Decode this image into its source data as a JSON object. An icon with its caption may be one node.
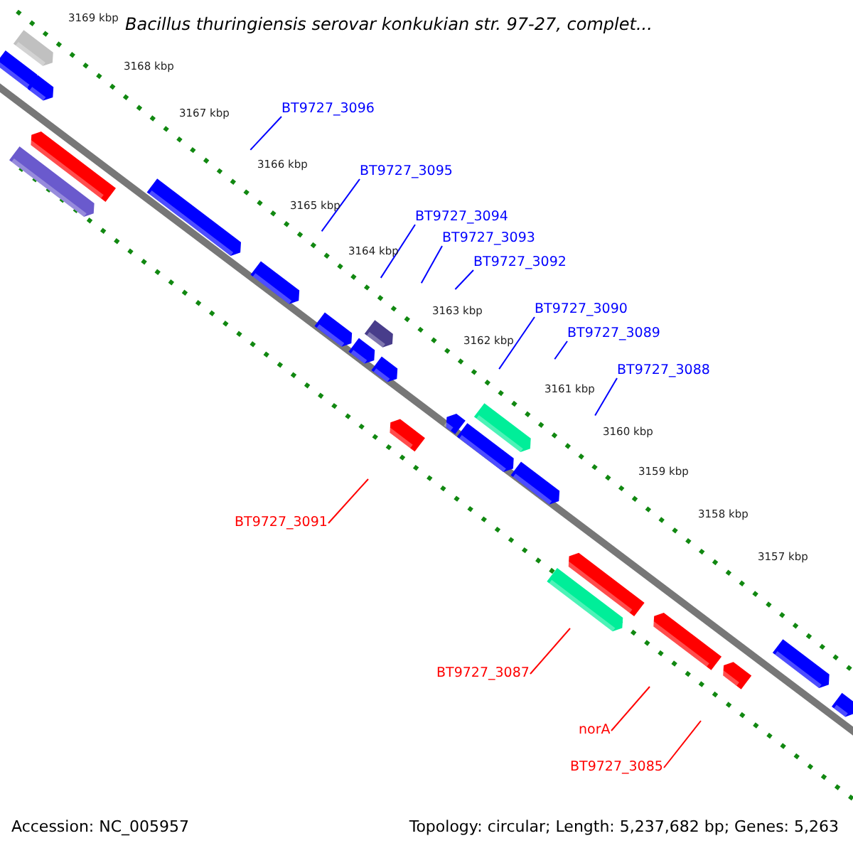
{
  "diagram": {
    "title": "Bacillus thuringiensis serovar konkukian str. 97-27, complet...",
    "nodes": [
      {
        "text": [
          "BT9727_3096"
        ]
      },
      {
        "text": [
          "BT9727_3095"
        ]
      },
      {
        "text": [
          "BT9727_3094"
        ]
      },
      {
        "text": [
          "BT9727_3093"
        ]
      },
      {
        "text": [
          "BT9727_3092"
        ]
      },
      {
        "text": [
          "BT9727_3090"
        ]
      },
      {
        "text": [
          "BT9727_3089"
        ]
      },
      {
        "text": [
          "BT9727_3088"
        ]
      },
      {
        "text": [
          "BT9727_3091"
        ]
      },
      {
        "text": [
          "BT9727_3087"
        ]
      },
      {
        "text": [
          "norA"
        ]
      },
      {
        "text": [
          "BT9727_3085"
        ]
      }
    ],
    "edges": [
      {
        "from": 0,
        "to": null,
        "arrow": "none"
      },
      {
        "from": 1,
        "to": null,
        "arrow": "none"
      },
      {
        "from": 2,
        "to": null,
        "arrow": "none"
      },
      {
        "from": 3,
        "to": null,
        "arrow": "none"
      },
      {
        "from": 4,
        "to": null,
        "arrow": "none"
      },
      {
        "from": 5,
        "to": null,
        "arrow": "none"
      },
      {
        "from": 6,
        "to": null,
        "arrow": "none"
      },
      {
        "from": 7,
        "to": null,
        "arrow": "none"
      },
      {
        "from": 8,
        "to": null,
        "arrow": "none",
        "color": "#ff0000"
      },
      {
        "from": 9,
        "to": null,
        "arrow": "none",
        "color": "#ff0000"
      },
      {
        "from": 10,
        "to": null,
        "arrow": "none",
        "color": "#ff0000"
      },
      {
        "from": 11,
        "to": null,
        "arrow": "none",
        "color": "#ff0000"
      }
    ],
    "labels": [
      "3169 kbp",
      "3168 kbp",
      "3167 kbp",
      "3166 kbp",
      "3165 kbp",
      "3164 kbp",
      "3163 kbp",
      "3162 kbp",
      "3161 kbp",
      "3160 kbp",
      "3159 kbp",
      "3158 kbp",
      "3157 kbp",
      "Accession: NC_005957",
      "Topology: circular; Length: 5,237,682 bp; Genes: 5,263"
    ]
  }
}
